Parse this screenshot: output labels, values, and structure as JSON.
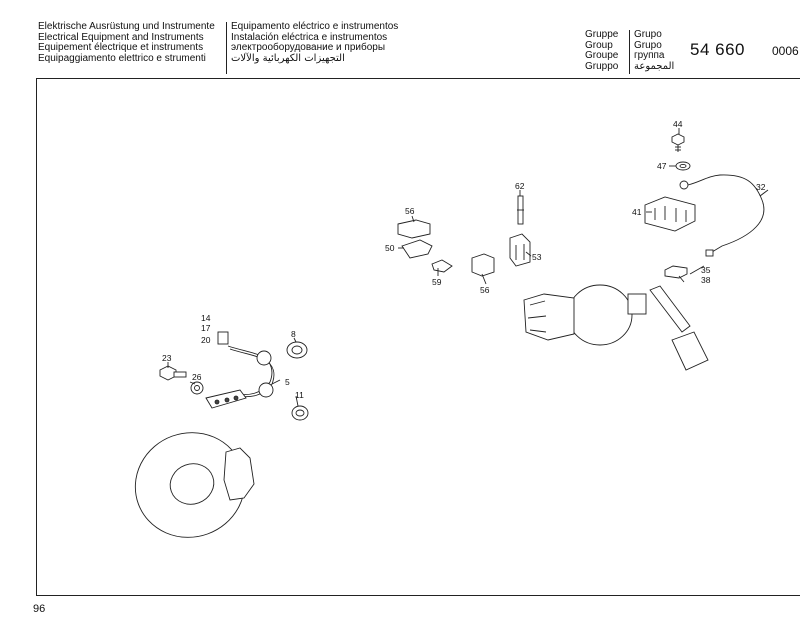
{
  "header": {
    "left_lines": [
      "Elektrische Ausrüstung und Instrumente",
      "Electrical Equipment and Instruments",
      "Equipement électrique et instruments",
      "Equipaggiamento elettrico e strumenti"
    ],
    "middle_lines": [
      "Equipamento eléctrico e instrumentos",
      "Instalación eléctrica e instrumentos",
      "электрооборудование и приборы",
      "التجهيزات الكهربائية والآلات"
    ]
  },
  "group": {
    "left_labels": [
      "Gruppe",
      "Group",
      "Groupe",
      "Gruppo"
    ],
    "right_labels": [
      "Grupo",
      "Grupo",
      "группа",
      "المجموعة"
    ],
    "number": "54 660",
    "code": "0006"
  },
  "parts": {
    "p44": "44",
    "p47": "47",
    "p32": "32",
    "p41": "41",
    "p35": "35",
    "p38": "38",
    "p62": "62",
    "p53": "53",
    "p56a": "56",
    "p56b": "56",
    "p50": "50",
    "p59": "59",
    "p14": "14",
    "p17": "17",
    "p20": "20",
    "p8": "8",
    "p23": "23",
    "p26": "26",
    "p5": "5",
    "p11": "11"
  },
  "footer": {
    "page_number": "96"
  }
}
